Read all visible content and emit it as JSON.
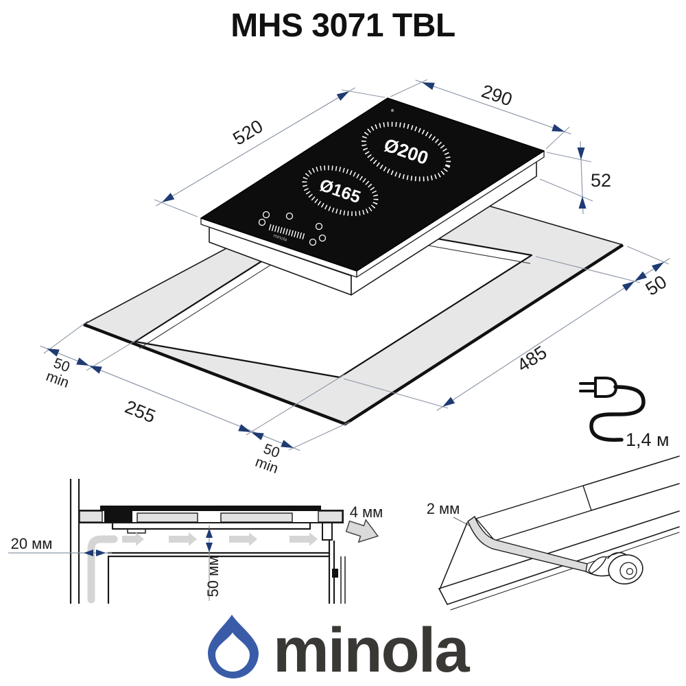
{
  "title": "MHS 3071 TBL",
  "colors": {
    "arrow": "#1F3B73",
    "dim_line": "#8C97A8",
    "counter_fill": "#E7E7E7",
    "glass": "#0D0D0D",
    "logo_blue": "#3A5CA8",
    "logo_text": "#3A3834",
    "airflow": "#D5D5D5"
  },
  "hob": {
    "depth": "520",
    "width": "290",
    "height": "52",
    "burner_rear": "Ø200",
    "burner_front": "Ø165",
    "panel_brand": "minola"
  },
  "cutout": {
    "width": "255",
    "depth": "485",
    "rear_margin": "50",
    "min_value": "50",
    "min_label": "min"
  },
  "cord": {
    "length": "1,4 м"
  },
  "install": {
    "wall_gap": "20 мм",
    "shelf_clearance": "50 мм",
    "air_gap": "4 мм",
    "seal": "2 мм"
  },
  "brand": "minola"
}
